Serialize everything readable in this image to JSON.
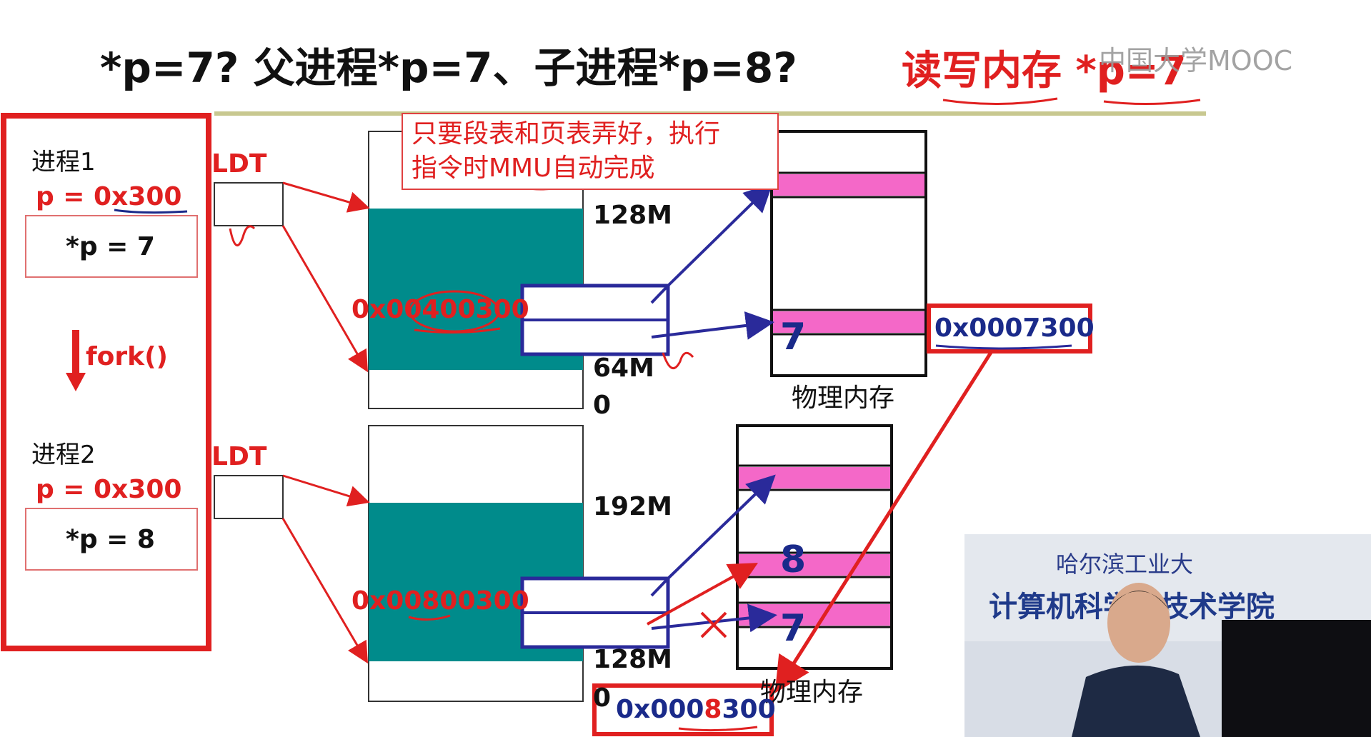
{
  "title": {
    "main": "*p=7? 父进程*p=7、子进程*p=8?",
    "red": "读写内存 *p=7"
  },
  "watermark": "中国大学MOOC",
  "callout": {
    "line1": "只要段表和页表弄好，执行",
    "line2": "指令时MMU自动完成"
  },
  "process1": {
    "name": "进程1",
    "pointer": "p = 0x300",
    "statement": "*p = 7"
  },
  "fork_label": "fork()",
  "process2": {
    "name": "进程2",
    "pointer": "p = 0x300",
    "statement": "*p = 8"
  },
  "ldt_label": "LDT",
  "top_layout": {
    "addr_linear": "0x00400300",
    "mark_128": "128M",
    "mark_64": "64M",
    "mark_0": "0",
    "phys_addr": "0x0007300",
    "phys_value": "7",
    "mem_label": "物理内存"
  },
  "bottom_layout": {
    "addr_linear": "0x00800300",
    "mark_192": "192M",
    "mark_128": "128M",
    "mark_0": "0",
    "phys_addr_prefix": "0x000",
    "phys_addr_digit": "8",
    "phys_addr_suffix": "300",
    "value_new": "8",
    "value_old": "7",
    "mem_label": "物理内存"
  },
  "video": {
    "school": "哈尔滨工业大",
    "dept": "计算机科学与技术学院"
  },
  "colors": {
    "red": "#e02020",
    "blue": "#1a2a8a",
    "teal": "#008b8b",
    "pink": "#f468c8"
  }
}
